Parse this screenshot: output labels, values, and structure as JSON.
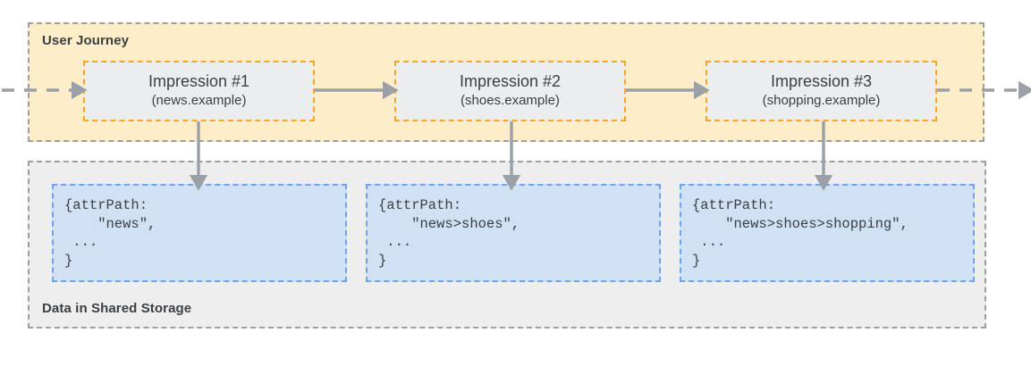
{
  "diagram": {
    "journey": {
      "label": "User Journey",
      "background_color": "#fdeec9",
      "border_color": "#9e9e9e",
      "impressions": [
        {
          "title": "Impression #1",
          "site": "(news.example)"
        },
        {
          "title": "Impression #2",
          "site": "(shoes.example)"
        },
        {
          "title": "Impression #3",
          "site": "(shopping.example)"
        }
      ]
    },
    "storage": {
      "label": "Data in Shared Storage",
      "background_color": "#eeeeee",
      "border_color": "#9e9e9e",
      "cards": [
        {
          "code": "{attrPath:\n    \"news\",\n ...\n}"
        },
        {
          "code": "{attrPath:\n    \"news>shoes\",\n ...\n}"
        },
        {
          "code": "{attrPath:\n    \"news>shoes>shopping\",\n ...\n}"
        }
      ],
      "card_color": "#cfe1f3",
      "card_border_color": "#6fa3e8"
    },
    "connectors": {
      "entry_arrow": "dashed-arrow-right",
      "exit_arrow": "dashed-arrow-right",
      "flow_arrow": "solid-arrow-right",
      "write_arrow": "solid-arrow-down",
      "arrow_color": "#9aa0a6"
    },
    "card_accent_color": "#f5a623",
    "text_color": "#3c4043"
  }
}
